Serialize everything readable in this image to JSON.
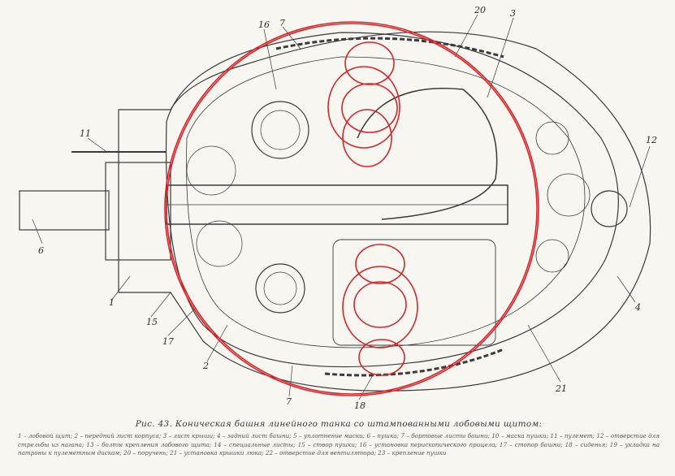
{
  "figure": {
    "caption_title": "Рис. 43. Коническая башня линейного танка со штампованными лобовыми щитом:",
    "caption_legend": "1 – лобовой щит; 2 – передний лист корпуса; 3 – лист крыши; 4 – задний лист башни; 5 – уплотнение маски; 6 – пушка; 7 – бортовые листы башни; 10 – маска пушки; 11 – пулемет; 12 – отверстие для стрельбы из нагана; 13 – болты крепления лобового щита; 14 – специальные листы; 15 – створ пушки; 16 – установка перископического прицела; 17 – стопор башни; 18 – сиденья; 19 – укладка на патроны к пулеметным дискам; 20 – поручень; 21 – установка крышки люка; 22 – отверстие для вентилятора; 23 – крепление пушки"
  },
  "callouts": [
    {
      "id": "label-20",
      "text": "20"
    },
    {
      "id": "label-3",
      "text": "3"
    },
    {
      "id": "label-16",
      "text": "16"
    },
    {
      "id": "label-7-top",
      "text": "7"
    },
    {
      "id": "label-11",
      "text": "11"
    },
    {
      "id": "label-12",
      "text": "12"
    },
    {
      "id": "label-6",
      "text": "6"
    },
    {
      "id": "label-1",
      "text": "1"
    },
    {
      "id": "label-15",
      "text": "15"
    },
    {
      "id": "label-17",
      "text": "17"
    },
    {
      "id": "label-2",
      "text": "2"
    },
    {
      "id": "label-7-bottom",
      "text": "7"
    },
    {
      "id": "label-18",
      "text": "18"
    },
    {
      "id": "label-21",
      "text": "21"
    },
    {
      "id": "label-4",
      "text": "4"
    }
  ],
  "colors": {
    "ink": "#3a3a3a",
    "annotation_red": "#d6262b",
    "paper": "#f7f6f1"
  }
}
